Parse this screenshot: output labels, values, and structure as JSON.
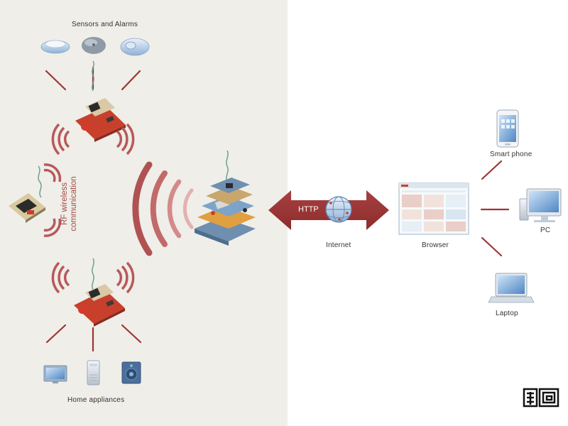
{
  "labels": {
    "sensors": "Sensors and Alarms",
    "rf_line1": "RF wireless",
    "rf_line2": "communication",
    "http": "HTTP",
    "internet": "Internet",
    "browser": "Browser",
    "smart_phone": "Smart phone",
    "pc": "PC",
    "laptop": "Laptop",
    "home_appliances": "Home appliances"
  },
  "colors": {
    "accent": "#9e3434",
    "wave": "#b8595a",
    "left_background": "#efeee9",
    "right_background": "#ffffff",
    "board_red": "#c8402c",
    "board_dark": "#2b2b2b"
  },
  "icons": [
    "sensor-disc-icon",
    "sensor-dome-icon",
    "sensor-alarm-icon",
    "rf-module-board-icon",
    "gateway-stack-icon",
    "globe-icon",
    "browser-window-icon",
    "smart-phone-icon",
    "monitor-icon",
    "laptop-icon",
    "tv-icon",
    "air-conditioner-icon",
    "speaker-icon",
    "logo-seal"
  ]
}
